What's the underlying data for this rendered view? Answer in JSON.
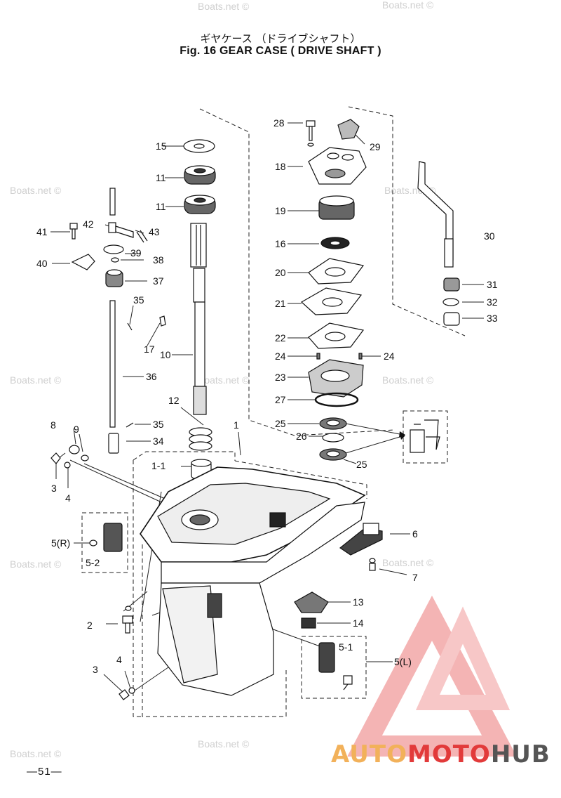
{
  "header": {
    "title_jp": "ギヤケース （ドライブシャフト）",
    "title_en": "Fig. 16   GEAR CASE ( DRIVE SHAFT )"
  },
  "watermark": "Boats.net ©",
  "page_number": "—51—",
  "logo": {
    "auto": "AUTO",
    "moto": "MOTO",
    "hub": "HUB"
  },
  "callouts": [
    "1",
    "1-1",
    "2",
    "3",
    "4",
    "5(R)",
    "5-2",
    "5-1",
    "5(L)",
    "6",
    "7",
    "8",
    "9",
    "10",
    "11",
    "12",
    "13",
    "14",
    "15",
    "16",
    "17",
    "18",
    "19",
    "20",
    "21",
    "22",
    "23",
    "24",
    "25",
    "26",
    "27",
    "28",
    "29",
    "30",
    "31",
    "32",
    "33",
    "34",
    "35",
    "36",
    "37",
    "38",
    "39",
    "40",
    "41",
    "42",
    "43"
  ]
}
